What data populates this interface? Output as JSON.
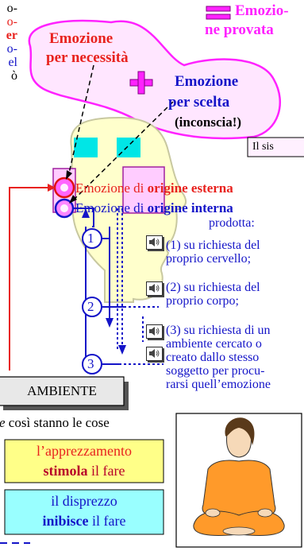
{
  "left_fragment": [
    "o-",
    "o-",
    "er",
    "o-",
    "el",
    "ò"
  ],
  "top_right": {
    "line1": "Emozio-",
    "line2": "ne provata"
  },
  "bubble": {
    "necessita_1": "Emozione",
    "necessita_2": "per necessità",
    "scelta_1": "Emozione",
    "scelta_2": "per scelta",
    "inconscia": "(inconscia!)"
  },
  "sis_box": "Il sis",
  "esterna": {
    "prefix": "Emozione di ",
    "bold": "origine esterna"
  },
  "interna": {
    "prefix": "Emozione di ",
    "bold": "origine interna"
  },
  "prodotta": "prodotta:",
  "items": [
    {
      "line1": "(1) su richiesta del",
      "line2": "proprio cervello;"
    },
    {
      "line1": "(2) su richiesta del",
      "line2": "proprio corpo;"
    },
    {
      "line1": "(3) su richiesta di un",
      "line2": "ambiente cercato o",
      "line3": "creato dallo stesso",
      "line4": "soggetto per procu-",
      "line5": "rarsi quell’emozione"
    }
  ],
  "circle_labels": [
    "1",
    "2",
    "3"
  ],
  "ambiente": "AMBIENTE",
  "bottom_caption": {
    "italic": "e",
    "rest": " così stanno le cose"
  },
  "apprezzamento": {
    "line1": "l’apprezzamento",
    "bold": "stimola",
    "rest": " il fare"
  },
  "disprezzo": {
    "line1": "il disprezzo",
    "bold": "inibisce",
    "rest": " il fare"
  },
  "colors": {
    "blue": "#1414c8",
    "red": "#e8221e",
    "magenta": "#ff33ff",
    "yellow": "#ffff88",
    "cyan": "#99ffff",
    "orange": "#ffaa22"
  }
}
